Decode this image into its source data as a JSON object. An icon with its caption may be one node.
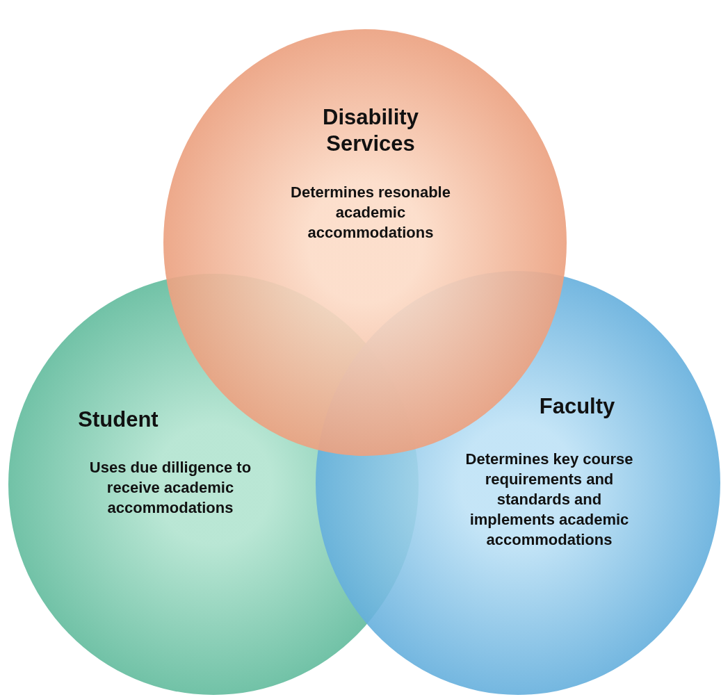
{
  "diagram": {
    "nodes": [
      {
        "text": [
          "Disability Services",
          "Determines resonable academic accommodations"
        ]
      },
      {
        "text": [
          "Student",
          "Uses due dilligence to receive academic accommodations"
        ]
      },
      {
        "text": [
          "Faculty",
          "Determines key course requirements and standards and implements academic accommodations"
        ]
      }
    ]
  }
}
